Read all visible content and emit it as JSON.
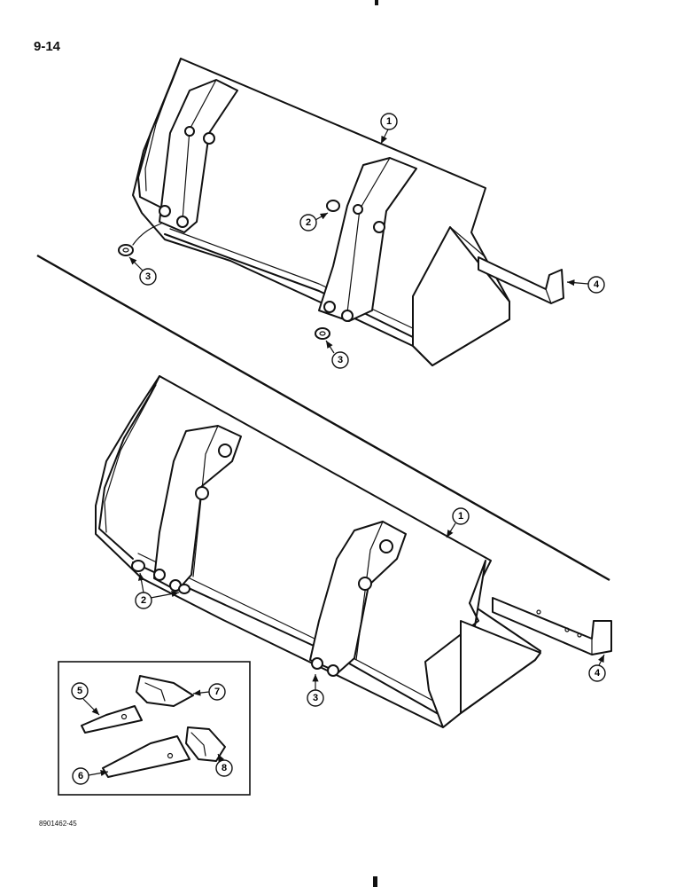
{
  "page_number": "9-14",
  "figure_code": "8901462-45",
  "callouts": {
    "top": [
      {
        "id": "t1",
        "label": "1"
      },
      {
        "id": "t2",
        "label": "2"
      },
      {
        "id": "t3a",
        "label": "3"
      },
      {
        "id": "t3b",
        "label": "3"
      },
      {
        "id": "t4",
        "label": "4"
      }
    ],
    "bottom": [
      {
        "id": "b1",
        "label": "1"
      },
      {
        "id": "b2",
        "label": "2"
      },
      {
        "id": "b3",
        "label": "3"
      },
      {
        "id": "b4",
        "label": "4"
      }
    ],
    "inset": [
      {
        "id": "i5",
        "label": "5"
      },
      {
        "id": "i6",
        "label": "6"
      },
      {
        "id": "i7",
        "label": "7"
      },
      {
        "id": "i8",
        "label": "8"
      }
    ]
  }
}
